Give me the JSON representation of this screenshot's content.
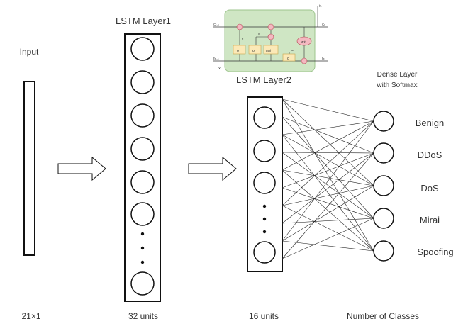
{
  "labels": {
    "input": "Input",
    "lstm1": "LSTM Layer1",
    "lstm2": "LSTM Layer2",
    "dense_line1": "Dense Layer",
    "dense_line2": "with Softmax"
  },
  "bottom_labels": {
    "input_dim": "21×1",
    "lstm1_units": "32 units",
    "lstm2_units": "16 units",
    "num_classes": "Number of Classes"
  },
  "classes": [
    "Benign",
    "DDoS",
    "DoS",
    "Mirai",
    "Spoofing"
  ],
  "lstm_cell_inset": {
    "c_prev": "Cₜ₋₁",
    "c_t": "Cₜ",
    "h_prev": "hₜ₋₁",
    "h_t": "hₜ",
    "x_t": "Xₜ",
    "h_t_top": "hₜ",
    "f_t": "fₜ",
    "i_t": "iₜ",
    "o_t": "oₜ",
    "sigma": "σ",
    "tanh": "tanh"
  },
  "colors": {
    "line": "#111111",
    "inset_fill": "#cfe6c4",
    "inset_border": "#9cc48c",
    "gate_fill": "#fbe9b7",
    "op_fill": "#f4b8c0"
  }
}
